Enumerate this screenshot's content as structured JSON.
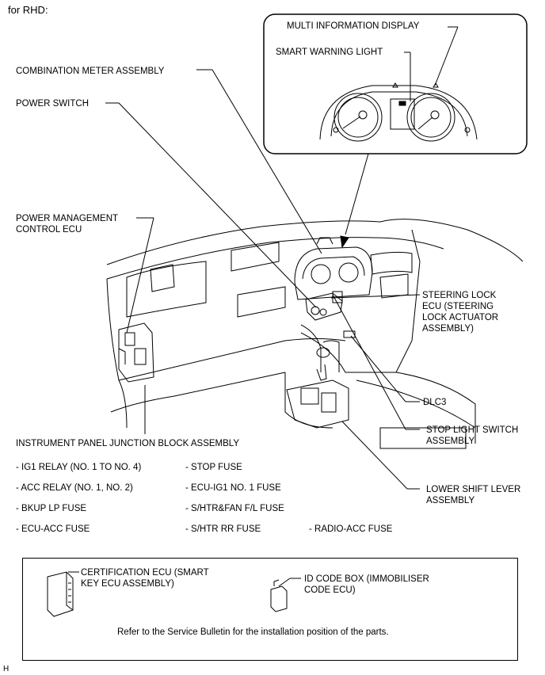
{
  "header": {
    "title": "for RHD:"
  },
  "inset": {
    "multi_info": "MULTI INFORMATION DISPLAY",
    "smart_warning": "SMART WARNING LIGHT"
  },
  "labels": {
    "combination_meter": "COMBINATION METER ASSEMBLY",
    "power_switch": "POWER SWITCH",
    "power_mgmt": "POWER MANAGEMENT\nCONTROL ECU",
    "steering_lock": "STEERING LOCK\nECU (STEERING\nLOCK ACTUATOR\nASSEMBLY)",
    "dlc3": "DLC3",
    "stop_light": "STOP LIGHT SWITCH\nASSEMBLY",
    "lower_shift": "LOWER SHIFT LEVER\nASSEMBLY",
    "junction_block": "INSTRUMENT PANEL JUNCTION BLOCK ASSEMBLY"
  },
  "fuses": {
    "ig1_relay": "- IG1 RELAY (NO. 1 TO NO. 4)",
    "acc_relay": "- ACC RELAY (NO. 1, NO. 2)",
    "bkup_lp": "- BKUP LP FUSE",
    "ecu_acc": "- ECU-ACC FUSE",
    "stop_fuse": "- STOP FUSE",
    "ecu_ig1": "- ECU-IG1 NO. 1 FUSE",
    "shtr_fan": "- S/HTR&FAN F/L FUSE",
    "shtr_rr": "- S/HTR RR FUSE",
    "radio_acc": "- RADIO-ACC FUSE"
  },
  "bottom_box": {
    "certification_ecu": "CERTIFICATION ECU (SMART\nKEY ECU ASSEMBLY)",
    "id_code_box": "ID CODE BOX (IMMOBILISER\nCODE ECU)",
    "note": "Refer to the Service Bulletin for the installation position of the parts."
  },
  "footer": {
    "code": "H"
  }
}
